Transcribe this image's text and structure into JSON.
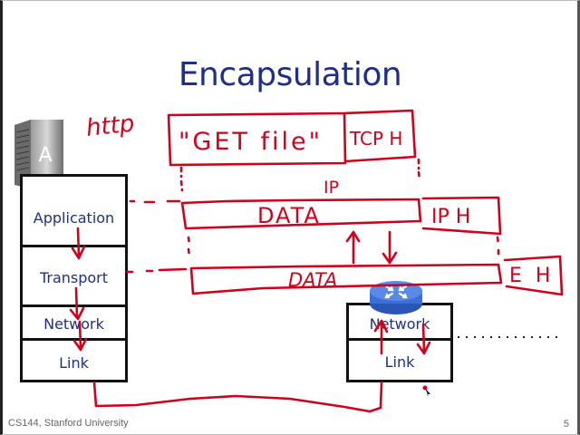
{
  "slide": {
    "title": "Encapsulation",
    "footer": "CS144, Stanford University",
    "page_number": "5"
  },
  "host": {
    "label": "A",
    "annotation": "http",
    "layers": [
      "Application",
      "Transport",
      "Network",
      "Link"
    ]
  },
  "router": {
    "layers": [
      "Network",
      "Link"
    ]
  },
  "packets": {
    "app_payload": "\"GET file\"",
    "tcp_header": "TCP H",
    "ip_label": "IP",
    "ip_data": "DATA",
    "ip_header": "IP H",
    "link_data": "DATA",
    "eth_header": "E H"
  },
  "colors": {
    "ink": "#d0021b",
    "title": "#1f2f86",
    "router": "#3b6fd4"
  }
}
